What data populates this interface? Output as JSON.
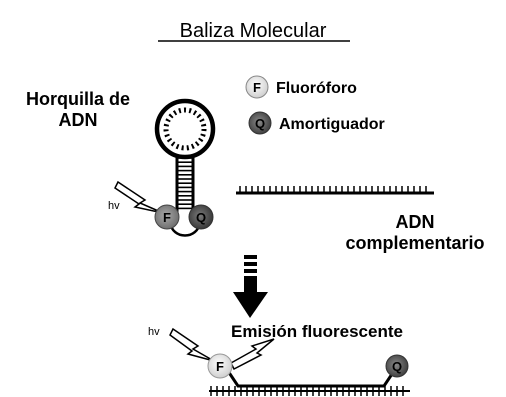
{
  "title": "Baliza Molecular",
  "hairpin_label": [
    "Horquilla de",
    "ADN"
  ],
  "legend": {
    "fluorophore": {
      "symbol": "F",
      "label": "Fluoróforo"
    },
    "quencher": {
      "symbol": "Q",
      "label": "Amortiguador"
    }
  },
  "complementary_dna_label": [
    "ADN",
    "complementario"
  ],
  "light_label": "hv",
  "emission_label": "Emisión fluorescente",
  "colors": {
    "fluorophore_top": "#8a8a8a",
    "fluorophore_bottom": "#d6d6d6",
    "quencher_fill": "#555555",
    "line": "#000000"
  }
}
